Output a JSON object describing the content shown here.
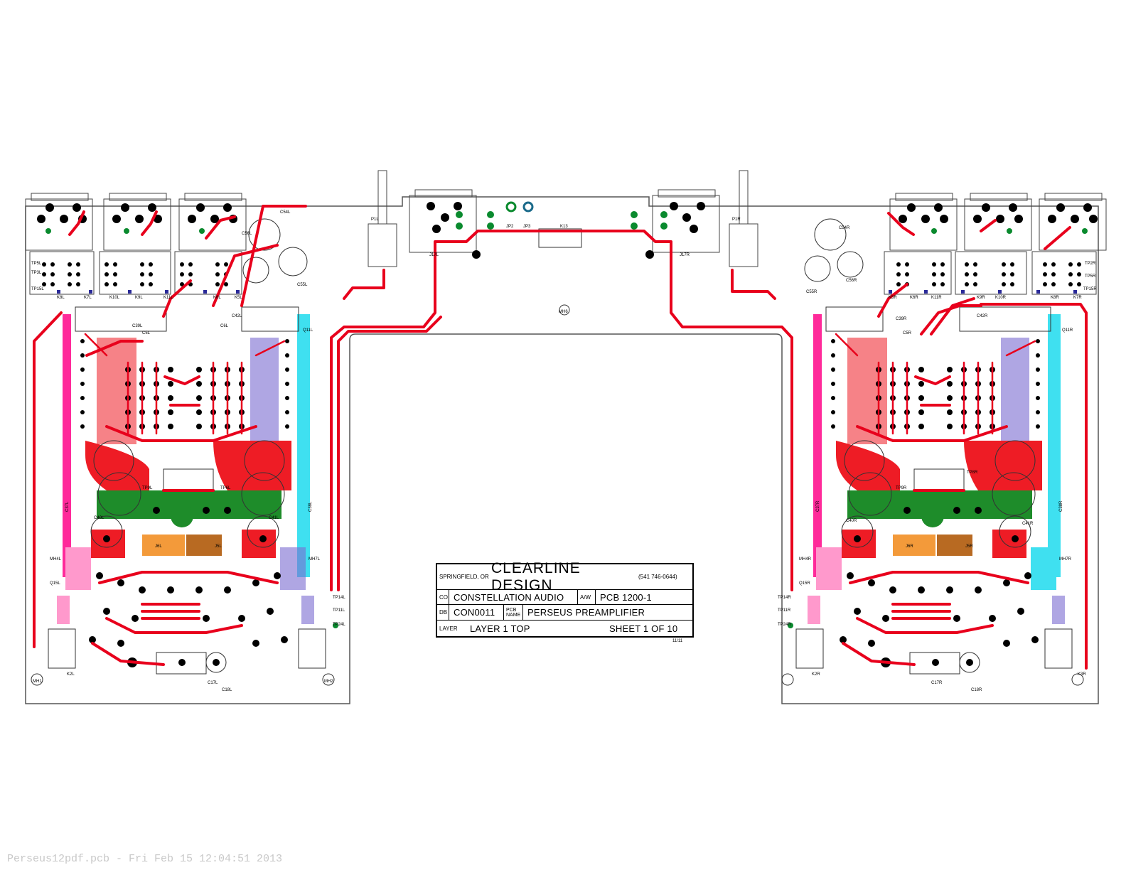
{
  "title_block": {
    "location": "SPRINGFIELD, OR",
    "company": "CLEARLINE DESIGN",
    "phone": "(541 746-0644)",
    "co_label": "CO",
    "co_value": "CONSTELLATION AUDIO",
    "aw_label": "A/W",
    "aw_value": "PCB 1200-1",
    "db_label": "DB",
    "db_value": "CON0011",
    "pcb_name_label": "PCB NAME",
    "pcb_name_value": "PERSEUS PREAMPLIFIER",
    "layer_label": "LAYER",
    "layer_value": "LAYER 1 TOP",
    "sheet_value": "SHEET  1  OF 10"
  },
  "revision_mark": "11/11",
  "footer": "Perseus12pdf.pcb - Fri Feb 15 12:04:51 2013",
  "labels": {
    "j17l": "J17L",
    "j17r": "J17R",
    "jp2": "JP2",
    "jp3": "JP3",
    "k13": "K13",
    "mh6": "MH6",
    "mh1": "MH1",
    "mh2": "MH2",
    "p1l": "P1L",
    "p1r": "P1R",
    "k8l": "K8L",
    "k7l": "K7L",
    "k10l": "K10L",
    "k9l": "K9L",
    "k11l": "K11L",
    "k6l": "K6L",
    "k5l": "K5L",
    "k5r": "K5R",
    "k6r": "K6R",
    "k11r": "K11R",
    "k9r": "K9R",
    "k10r": "K10R",
    "k8r": "K8R",
    "k7r": "K7R",
    "tp5l": "TP5L",
    "tp3l": "TP3L",
    "tp15l": "TP15L",
    "tp2r": "TP2R",
    "tp5r": "TP5R",
    "tp15r": "TP15R",
    "c39l": "C39L",
    "c5l": "C5L",
    "c6l": "C6L",
    "c42l": "C42L",
    "c5r": "C5R",
    "c39r": "C39R",
    "c42r": "C42R",
    "c40l": "C40L",
    "c41l": "C41L",
    "c40r": "C40R",
    "c41r": "C41R",
    "c37l": "C37L",
    "c38l": "C38L",
    "c37r": "C37R",
    "c38r": "C38R",
    "c17l": "C17L",
    "c18l": "C18L",
    "c17r": "C17R",
    "c18r": "C18R",
    "k2l": "K2L",
    "k3r": "K3R",
    "k2r": "K2R",
    "tp14l": "TP14L",
    "tp11l": "TP11L",
    "tp24l": "TP24L",
    "tp14r": "TP14R",
    "tp11r": "TP11R",
    "tp24r": "TP24R",
    "mh4l": "MH4L",
    "mh7l": "MH7L",
    "mh4r": "MH4R",
    "mh7r": "MH7R",
    "q15l": "Q15L",
    "q11l": "Q11L",
    "q15r": "Q15R",
    "q11r": "Q11R",
    "c55l": "C55L",
    "c54l": "C54L",
    "c56l": "C56L",
    "c55r": "C55R",
    "c54r": "C54R",
    "c56r": "C56R",
    "j6l": "J6L",
    "j5l": "J5L",
    "j6r": "J6R",
    "j5r": "J5R",
    "tp9l": "TP9L",
    "tp6l": "TP6L",
    "tp8r": "TP8R",
    "tp9r": "TP9R"
  },
  "colors": {
    "trace": "#e8001c",
    "pad": "#000000",
    "via_green": "#0a8a2e",
    "zone_red": "#ee1c25",
    "zone_green": "#1e8c2a",
    "zone_magenta": "#ff2a9a",
    "zone_cyan": "#3fe0f0",
    "zone_purple": "#7a6ad0",
    "zone_orange": "#f39a3a",
    "zone_brown": "#b86a22",
    "zone_pink": "#ff99cc",
    "outline": "#555555",
    "title_block_border": "#000000"
  }
}
